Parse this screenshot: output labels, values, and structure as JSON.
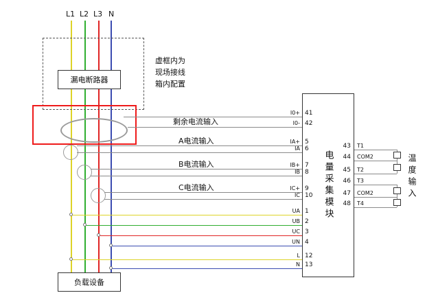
{
  "phases": [
    {
      "label": "L1"
    },
    {
      "label": "L2"
    },
    {
      "label": "L3"
    },
    {
      "label": "N"
    }
  ],
  "note_lines": [
    "虚框内为",
    "现场接线",
    "箱内配置"
  ],
  "breaker": {
    "label": "漏电断路器"
  },
  "load": {
    "label": "负载设备"
  },
  "module": {
    "label": "电量采集模块"
  },
  "temperature": {
    "label": "温度输入"
  },
  "signals": {
    "residual": "剩余电流输入",
    "phase_a": "A电流输入",
    "phase_b": "B电流输入",
    "phase_c": "C电流输入"
  },
  "left_terminals": [
    {
      "name": "I0+",
      "num": "41"
    },
    {
      "name": "I0-",
      "num": "42"
    },
    {
      "name": "IA+",
      "num": "5"
    },
    {
      "name": "IA",
      "num": "6"
    },
    {
      "name": "IB+",
      "num": "7"
    },
    {
      "name": "IB",
      "num": "8"
    },
    {
      "name": "IC+",
      "num": "9"
    },
    {
      "name": "IC",
      "num": "10"
    },
    {
      "name": "UA",
      "num": "1"
    },
    {
      "name": "UB",
      "num": "2"
    },
    {
      "name": "UC",
      "num": "3"
    },
    {
      "name": "UN",
      "num": "4"
    },
    {
      "name": "L",
      "num": "12"
    },
    {
      "name": "N",
      "num": "13"
    }
  ],
  "right_terminals": [
    {
      "num": "43",
      "name": "T1"
    },
    {
      "num": "44",
      "name": "COM2"
    },
    {
      "num": "45",
      "name": "T2"
    },
    {
      "num": "46",
      "name": "T3"
    },
    {
      "num": "47",
      "name": "COM2"
    },
    {
      "num": "48",
      "name": "T4"
    }
  ],
  "colors": {
    "phase_l1": "#ddd327",
    "phase_l2": "#2fae2f",
    "phase_l3": "#e02424",
    "neutral": "#3a4bb0",
    "highlight": "#ee1a1a",
    "wire": "#8a8a8a"
  }
}
